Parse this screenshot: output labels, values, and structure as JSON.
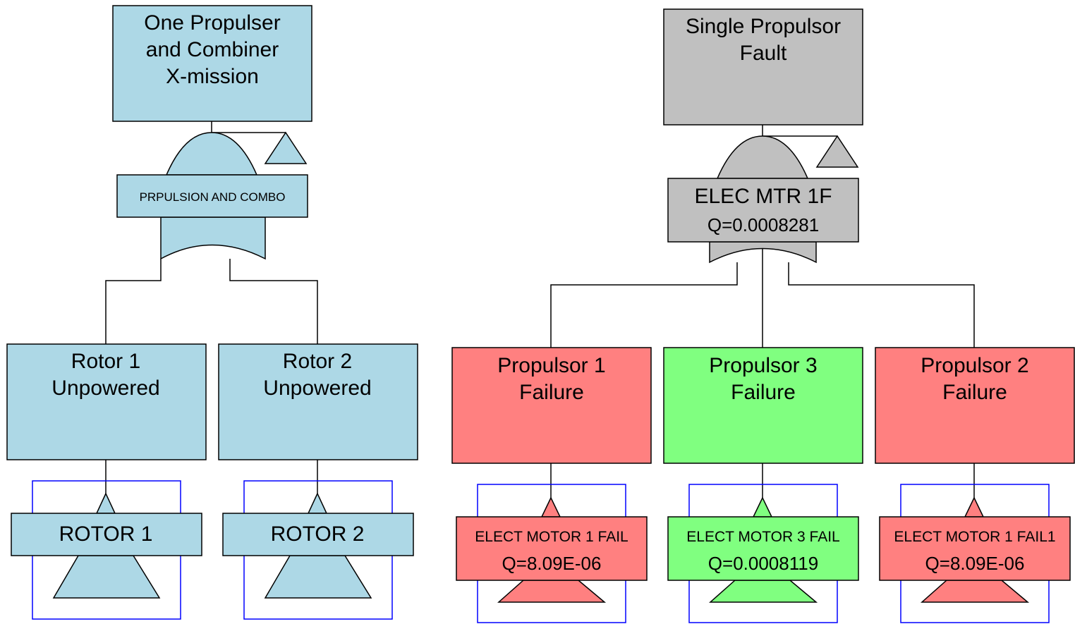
{
  "colors": {
    "blue": "#add8e6",
    "gray": "#c0c0c0",
    "red": "#ff8080",
    "green": "#80ff80",
    "frame": "#0000ff",
    "stroke": "#000000"
  },
  "left_tree": {
    "top_event": {
      "line1": "One Propulser",
      "line2": "and Combiner",
      "line3": "X-mission"
    },
    "gate": {
      "label": "PRPULSION AND COMBO",
      "type": "or-gate-icon"
    },
    "children": [
      {
        "line1": "Rotor 1",
        "line2": "Unpowered",
        "event_label": "ROTOR 1"
      },
      {
        "line1": "Rotor 2",
        "line2": "Unpowered",
        "event_label": "ROTOR 2"
      }
    ]
  },
  "right_tree": {
    "top_event": {
      "line1": "Single Propulsor",
      "line2": "Fault"
    },
    "gate": {
      "label": "ELEC MTR 1F",
      "q": "Q=0.0008281",
      "type": "or-gate-icon"
    },
    "children": [
      {
        "line1": "Propulsor 1",
        "line2": "Failure",
        "event_label": "ELECT MOTOR 1 FAIL",
        "q": "Q=8.09E-06"
      },
      {
        "line1": "Propulsor 3",
        "line2": "Failure",
        "event_label": "ELECT MOTOR 3 FAIL",
        "q": "Q=0.0008119"
      },
      {
        "line1": "Propulsor 2",
        "line2": "Failure",
        "event_label": "ELECT MOTOR 1 FAIL1",
        "q": "Q=8.09E-06"
      }
    ]
  }
}
